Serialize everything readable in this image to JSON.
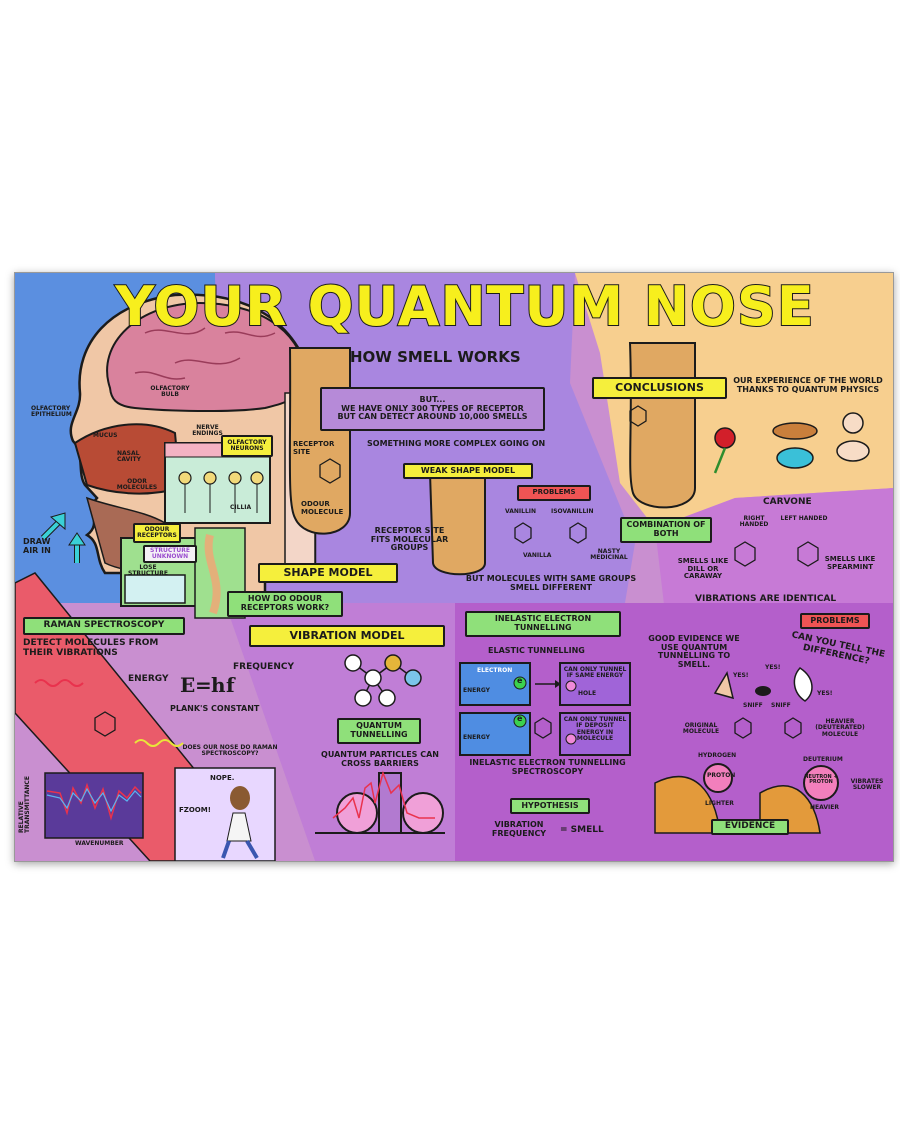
{
  "title": "Your Quantum Nose",
  "subtitle": "How smell works",
  "anatomy": {
    "olfactory_bulb": "Olfactory bulb",
    "olfactory_epithelium": "Olfactory epithelium",
    "mucus": "Mucus",
    "nerve_endings": "Nerve endings",
    "olfactory_neurons": "Olfactory neurons",
    "nasal_cavity": "Nasal cavity",
    "odor_molecules": "Odor molecules",
    "cillia": "Cillia",
    "odour_receptors": "Odour receptors",
    "structure_unknown": "Structure unknown",
    "lose_structure": "Lose structure",
    "draw_air_in": "Draw air in",
    "receptor_site": "Receptor site",
    "odour_molecule": "Odour molecule"
  },
  "but_box": {
    "line1": "But...",
    "line2": "We have only 300 types of receptor",
    "line3": "but can detect around 10,000 smells"
  },
  "complex": "Something more complex going on",
  "weak_shape_model": "Weak shape model",
  "problems": "Problems",
  "vanillin": "Vanillin",
  "isovanillin": "Isovanillin",
  "vanilla": "Vanilla",
  "nasty_medicinal": "Nasty medicinal",
  "receptor_fits": "Receptor site fits molecular groups",
  "same_groups": "But molecules with same groups smell different",
  "shape_model": "Shape model",
  "how_receptors_work": "How do odour receptors work?",
  "conclusions": {
    "heading": "Conclusions",
    "text": "Our experience of the world thanks to quantum physics",
    "combination": "Combination of both"
  },
  "carvone": {
    "heading": "Carvone",
    "right_handed": "Right handed",
    "left_handed": "Left handed",
    "dill": "Smells like dill or caraway",
    "spearmint": "Smells like spearmint",
    "identical": "Vibrations are identical",
    "problems": "Problems"
  },
  "raman": {
    "heading": "Raman spectroscopy",
    "detect": "Detect molecules from their vibrations",
    "question": "Does our nose do Raman spectroscopy?",
    "nope": "Nope.",
    "fzoom": "Fzoom!",
    "ylabel": "Relative transmittance",
    "xlabel": "Wavenumber"
  },
  "vibration_model": {
    "heading": "Vibration model",
    "frequency": "Frequency",
    "energy": "Energy",
    "e": "E",
    "eq": "=",
    "h": "h",
    "f": "f",
    "plancks": "Plank's constant"
  },
  "tunnelling": {
    "heading": "Quantum tunnelling",
    "text": "Quantum particles can cross barriers"
  },
  "inelastic": {
    "heading": "Inelastic electron tunnelling",
    "elastic": "Elastic tunnelling",
    "electron": "Electron",
    "energy": "Energy",
    "can_tunnel": "Can only tunnel if same energy",
    "hole": "Hole",
    "can_tunnel_deposit": "Can only tunnel if deposit energy in molecule",
    "spectroscopy": "Inelastic electron tunnelling spectroscopy",
    "e_symbol": "e"
  },
  "hypothesis": {
    "heading": "Hypothesis",
    "left": "Vibration frequency",
    "eq": "= smell"
  },
  "evidence": {
    "good": "Good evidence we use quantum tunnelling to smell.",
    "can_you_tell": "Can you tell the difference?",
    "yes": "Yes!",
    "yes2": "Yes!",
    "yes3": "Yes!",
    "sniff": "Sniff",
    "sniff2": "Sniff",
    "original": "Original molecule",
    "heavier_mol": "Heavier (deuterated) molecule",
    "hydrogen": "Hydrogen",
    "proton": "Proton",
    "lighter": "Lighter",
    "deuterium": "Deuterium",
    "neutron_proton": "Neutron + proton",
    "vibrates_slower": "Vibrates slower",
    "heavier": "Heavier",
    "heading": "Evidence"
  },
  "colors": {
    "title_yellow": "#f7ef1d",
    "blue_panel": "#5b8fe0",
    "lilac_panel": "#a986e0",
    "peach_panel": "#f7cf8f",
    "purple_panel": "#c98fd0",
    "magenta_panel": "#b45fcb"
  }
}
